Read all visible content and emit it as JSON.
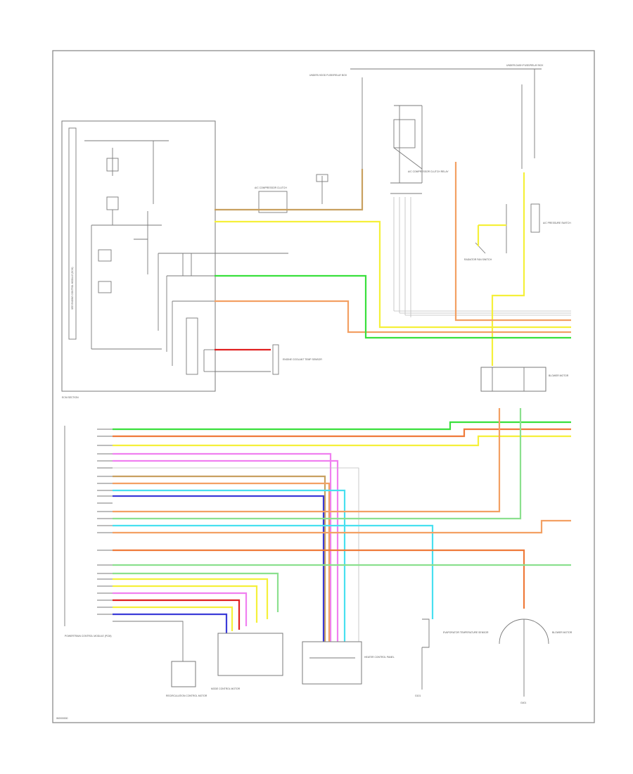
{
  "labels": {
    "footer_code": "W0000000",
    "engine_control_module_note": "SEE ENGINE CONTROL MODULE (ECM)",
    "ecm_label": "ECM SECTION",
    "pcm_label": "POWERTRAIN CONTROL MODULE (PCM)",
    "box_top_left": "UNDER-HOOD FUSE/RELAY BOX",
    "box_top_right": "UNDER-DASH FUSE/RELAY BOX",
    "compressor_label": "A/C COMPRESSOR CLUTCH",
    "thermal_label": "A/C PRESSURE SWITCH",
    "switch_label": "RADIATOR FAN SWITCH",
    "fan_control_label": "A/C COMPRESSOR CLUTCH RELAY",
    "blower_label": "BLOWER MOTOR",
    "recirc_label": "RECIRCULATION CONTROL MOTOR",
    "evap_label": "EVAPORATOR TEMPERATURE SENSOR",
    "hvac_label": "HEATER CONTROL PANEL",
    "sensor_left_label": "ENGINE COOLANT TEMP SENSOR",
    "mode_label": "MODE CONTROL MOTOR",
    "ground_left": "G101",
    "ground_right": "G401"
  },
  "wire_colors": {
    "yellow": "#f5f03a",
    "orange": "#f3a063",
    "red": "#e02020",
    "green": "#39e03c",
    "light_green": "#8be08e",
    "pink": "#f080f0",
    "blue": "#3b3bd8",
    "cyan": "#48e0f0",
    "tan": "#c8a060",
    "gray": "#b8b8b8",
    "orange_dark": "#ef7a3a"
  }
}
